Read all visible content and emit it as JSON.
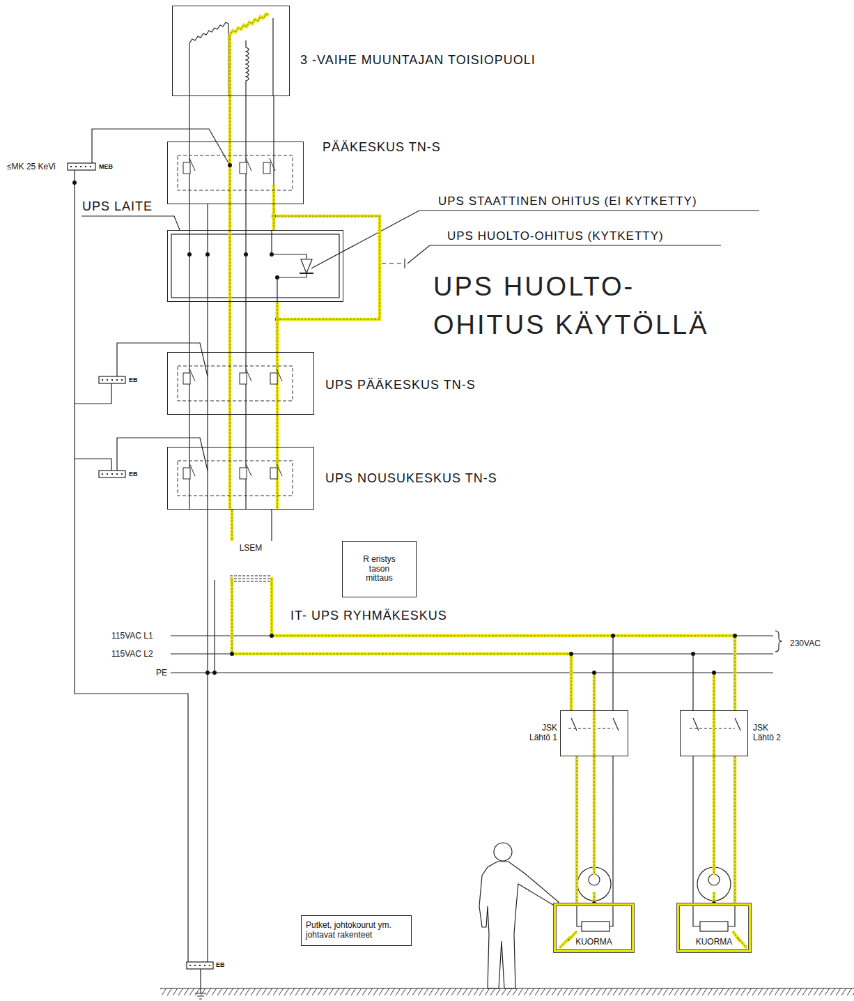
{
  "diagram": {
    "nodes": [
      {
        "text": [
          "3 -VAIHE MUUNTAJAN TOISIOPUOLI"
        ]
      },
      {
        "text": [
          "PÄÄKESKUS TN-S"
        ]
      },
      {
        "text": [
          "UPS LAITE"
        ]
      },
      {
        "text": [
          "UPS PÄÄKESKUS TN-S"
        ]
      },
      {
        "text": [
          "UPS NOUSUKESKUS TN-S"
        ]
      },
      {
        "text": [
          "LSEM"
        ]
      },
      {
        "text": [
          "R eristys tason mittaus"
        ]
      },
      {
        "text": [
          "JSK Lähtö 1"
        ]
      },
      {
        "text": [
          "JSK Lähtö 2"
        ]
      },
      {
        "text": [
          "KUORMA"
        ]
      },
      {
        "text": [
          "KUORMA"
        ]
      },
      {
        "text": [
          "Putket, johtokourut ym. johtavat rakenteet"
        ]
      }
    ],
    "edges": [
      {
        "from": 0,
        "to": 1,
        "arrow": "none"
      },
      {
        "from": 1,
        "to": 2,
        "arrow": "none"
      },
      {
        "from": 2,
        "to": 3,
        "arrow": "none"
      },
      {
        "from": 3,
        "to": 4,
        "arrow": "none"
      },
      {
        "from": 4,
        "to": 5,
        "arrow": "none"
      },
      {
        "from": 7,
        "to": 9,
        "arrow": "none"
      },
      {
        "from": 8,
        "to": 10,
        "arrow": "none"
      }
    ],
    "labels": [
      "≤MK 25 KeVi",
      "MEB",
      "UPS STAATTINEN OHITUS (EI KYTKETTY)",
      "UPS HUOLTO-OHITUS (KYTKETTY)",
      "UPS HUOLTO-OHITUS KÄYTÖLLÄ",
      "EB",
      "EB",
      "IT- UPS RYHMÄKESKUS",
      "115VAC L1",
      "115VAC L2",
      "230VAC",
      "PE",
      "EB"
    ]
  }
}
